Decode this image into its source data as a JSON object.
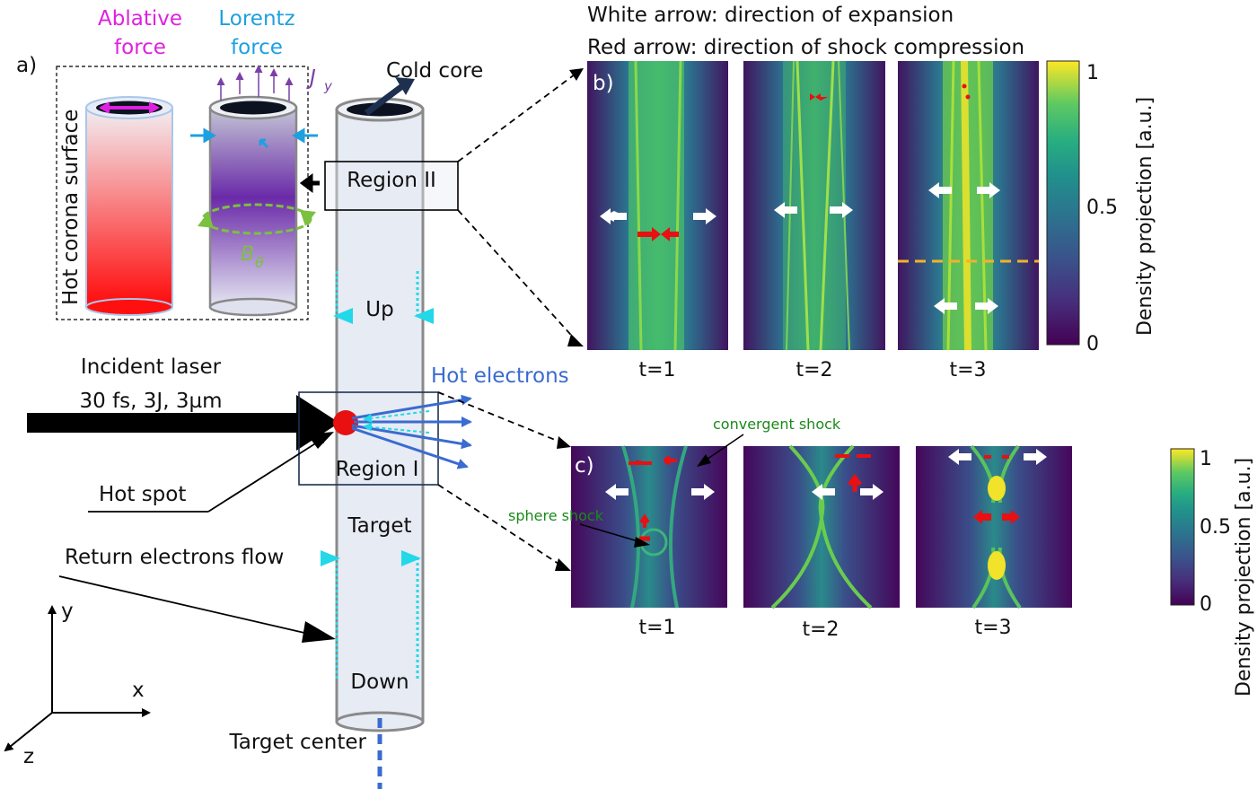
{
  "panel_a": {
    "label": "a)",
    "ablative": "Ablative",
    "ablative2": "force",
    "lorentz": "Lorentz",
    "lorentz2": "force",
    "jy": "J",
    "jy_sub": "y",
    "btheta": "B",
    "btheta_sub": "θ",
    "hot_corona": "Hot corona surface",
    "cold_core": "Cold core",
    "region_ii": "Region II",
    "up": "Up",
    "incident1": "Incident laser",
    "incident2": "30 fs, 3J, 3µm",
    "hot_electrons": "Hot electrons",
    "region_i": "Region I",
    "hot_spot": "Hot spot",
    "target": "Target",
    "return_flow": "Return electrons flow",
    "down": "Down",
    "target_center": "Target center",
    "axis_y": "y",
    "axis_x": "x",
    "axis_z": "z"
  },
  "legend": {
    "white": "White arrow: direction of expansion",
    "red": "Red arrow: direction of shock compression"
  },
  "panel_b": {
    "label": "b)",
    "times": [
      "t=1",
      "t=2",
      "t=3"
    ],
    "colorbar_label": "Density projection [a.u.]",
    "ticks": [
      "1",
      "0.5",
      "0"
    ]
  },
  "panel_c": {
    "label": "c)",
    "times": [
      "t=1",
      "t=2",
      "t=3"
    ],
    "convergent": "convergent shock",
    "sphere": "sphere shock",
    "colorbar_label": "Density projection [a.u.]",
    "ticks": [
      "1",
      "0.5",
      "0"
    ]
  },
  "colors": {
    "cyan": "#23d8e8",
    "blue": "#3a6bd0",
    "red": "#e81010",
    "magenta": "#e020e0",
    "lorentz": "#1ea0e0",
    "purple": "#7a3fa8",
    "green": "#7cc040"
  }
}
